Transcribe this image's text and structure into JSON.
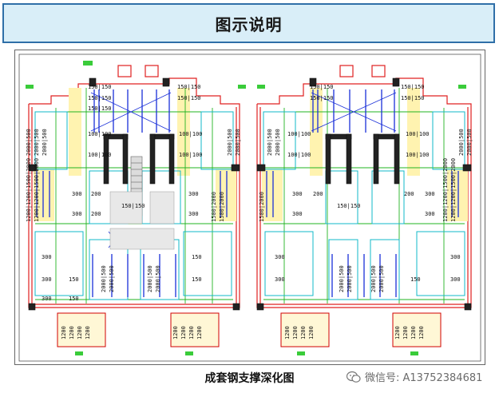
{
  "header": {
    "title": "图示说明"
  },
  "caption": "成套钢支撑深化图",
  "watermark": {
    "text": "微信号: A13752384681",
    "icon": "wechat-icon"
  },
  "dims": {
    "d1": "150|150",
    "d2": "100|100",
    "d3": "300",
    "d4": "200",
    "d5": "150",
    "d6": "150|150",
    "v1": "2000|500",
    "v2": "1200|1200|1500|2000",
    "v3": "1500|2000",
    "v4": "2000|500",
    "v5": "1200"
  },
  "colors": {
    "header_bg": "#d9eef8",
    "header_border": "#2f6fa8",
    "wall": "#e02020",
    "steel": "#1a2fd8",
    "support": "#22b422",
    "partition": "#10b8c8"
  }
}
